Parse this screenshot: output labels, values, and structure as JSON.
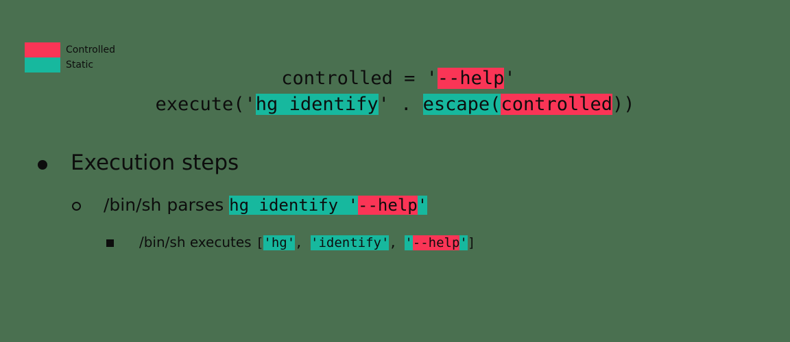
{
  "colors": {
    "background": "#4a7050",
    "controlled": "#fa3556",
    "static": "#17b89e",
    "text": "#0d0d0d"
  },
  "legend": {
    "items": [
      {
        "label": "Controlled",
        "color": "#fa3556",
        "swatch": "controlled-swatch"
      },
      {
        "label": "Static",
        "color": "#17b89e",
        "swatch": "static-swatch"
      }
    ]
  },
  "code": {
    "line1": {
      "segments": [
        {
          "text": "controlled = '",
          "highlight": "none"
        },
        {
          "text": "--help",
          "highlight": "controlled"
        },
        {
          "text": "'",
          "highlight": "none"
        }
      ]
    },
    "line2": {
      "segments": [
        {
          "text": "execute('",
          "highlight": "none"
        },
        {
          "text": "hg identify",
          "highlight": "static"
        },
        {
          "text": "' . ",
          "highlight": "none"
        },
        {
          "text": "escape(",
          "highlight": "static"
        },
        {
          "text": "controlled",
          "highlight": "controlled"
        },
        {
          "text": "))",
          "highlight": "none"
        }
      ]
    }
  },
  "outline": {
    "level1": {
      "marker": "filled-disc",
      "text": "Execution steps"
    },
    "level2": {
      "marker": "hollow-circle",
      "prefix": "/bin/sh parses ",
      "segments": [
        {
          "text": "hg identify '",
          "highlight": "static"
        },
        {
          "text": "--help",
          "highlight": "controlled"
        },
        {
          "text": "'",
          "highlight": "static"
        }
      ]
    },
    "level3": {
      "marker": "filled-square",
      "prefix": "/bin/sh executes ",
      "segments": [
        {
          "text": "[",
          "highlight": "none"
        },
        {
          "text": "'hg'",
          "highlight": "static"
        },
        {
          "text": ", ",
          "highlight": "none"
        },
        {
          "text": "'identify'",
          "highlight": "static"
        },
        {
          "text": ", ",
          "highlight": "none"
        },
        {
          "text": "'",
          "highlight": "static"
        },
        {
          "text": "--help",
          "highlight": "controlled"
        },
        {
          "text": "'",
          "highlight": "static"
        },
        {
          "text": "]",
          "highlight": "none"
        }
      ]
    }
  }
}
